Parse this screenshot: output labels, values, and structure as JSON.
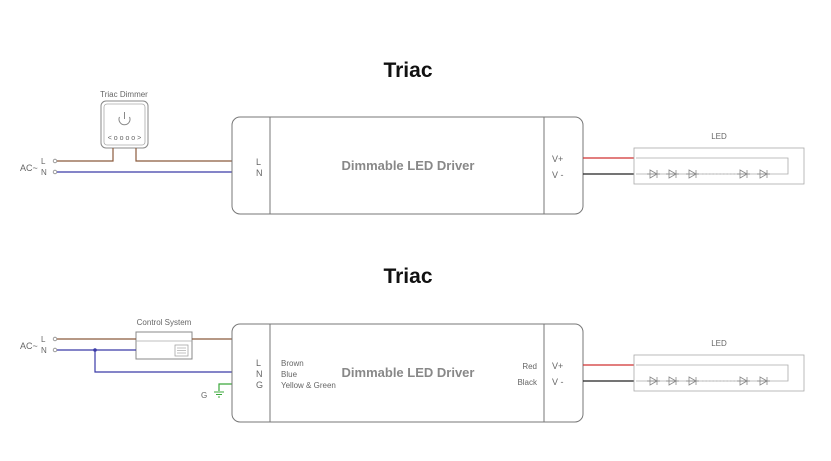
{
  "top": {
    "title": "Triac",
    "dimmer_label": "Triac Dimmer",
    "dimmer_scale": "< o o o o >",
    "ac_label": "AC~",
    "input_l": "L",
    "input_n": "N",
    "driver_l": "L",
    "driver_n": "N",
    "driver_label": "Dimmable LED Driver",
    "out_vplus": "V+",
    "out_vminus": "V -",
    "led_label": "LED"
  },
  "bottom": {
    "title": "Triac",
    "control_label": "Control System",
    "ac_label": "AC~",
    "input_l": "L",
    "input_n": "N",
    "driver_l": "L",
    "driver_n": "N",
    "driver_g": "G",
    "wire_brown": "Brown",
    "wire_blue": "Blue",
    "wire_yellow_green": "Yellow & Green",
    "driver_label": "Dimmable LED Driver",
    "wire_red": "Red",
    "wire_black": "Black",
    "out_vplus": "V+",
    "out_vminus": "V -",
    "ground_label": "G",
    "led_label": "LED"
  },
  "colors": {
    "live_wire": "#8b5a3c",
    "neutral_wire": "#3a3aa8",
    "ground_wire": "#3aa83a",
    "positive_wire": "#d03030",
    "negative_wire": "#222222",
    "outline": "#777777"
  }
}
